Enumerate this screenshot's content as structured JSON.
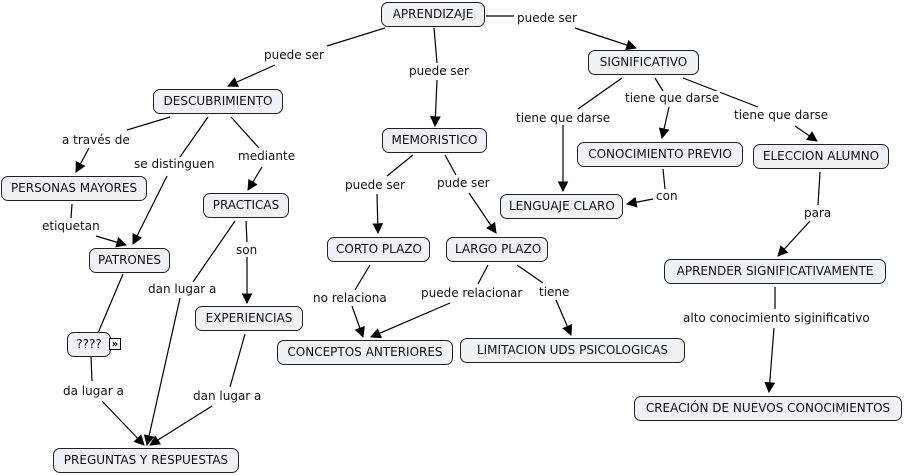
{
  "concept_map": {
    "nodes": {
      "aprendizaje": "APRENDIZAJE",
      "significativo": "SIGNIFICATIVO",
      "descubrimiento": "DESCUBRIMIENTO",
      "memoristico": "MEMORISTICO",
      "conocimiento_previo": "CONOCIMIENTO PREVIO",
      "eleccion_alumno": "ELECCION ALUMNO",
      "personas_mayores": "PERSONAS MAYORES",
      "practicas": "PRACTICAS",
      "lenguaje_claro": "LENGUAJE CLARO",
      "patrones": "PATRONES",
      "corto_plazo": "CORTO PLAZO",
      "largo_plazo": "LARGO PLAZO",
      "aprender_significativamente": "APRENDER SIGNIFICATIVAMENTE",
      "experiencias": "EXPERIENCIAS",
      "interrogantes": "????",
      "conceptos_anteriores": "CONCEPTOS ANTERIORES",
      "limitacion": "LIMITACION UDS PSICOLOGICAS",
      "creacion": "CREACIÓN DE NUEVOS CONOCIMIENTOS",
      "preguntas": "PREGUNTAS Y RESPUESTAS"
    },
    "links": {
      "l1": "puede ser",
      "l2": "puede ser",
      "l3": "puede ser",
      "l4": "tiene que darse",
      "l5": "tiene que darse",
      "l6": "tiene que darse",
      "l7": "a través de",
      "l8": "se distinguen",
      "l9": "mediante",
      "l10": "puede ser",
      "l11": "pude ser",
      "l12": "con",
      "l13": "etiquetan",
      "l14": "para",
      "l15": "son",
      "l16": "dan lugar a",
      "l17": "no relaciona",
      "l18": "puede relacionar",
      "l19": "tiene",
      "l20": "alto conocimiento siginificativo",
      "l21": "da lugar a",
      "l22": "dan lugar a"
    },
    "expand_icon": "»",
    "colors": {
      "node_fill": "#eef2f5",
      "node_border": "#222222",
      "line": "#000000"
    }
  }
}
